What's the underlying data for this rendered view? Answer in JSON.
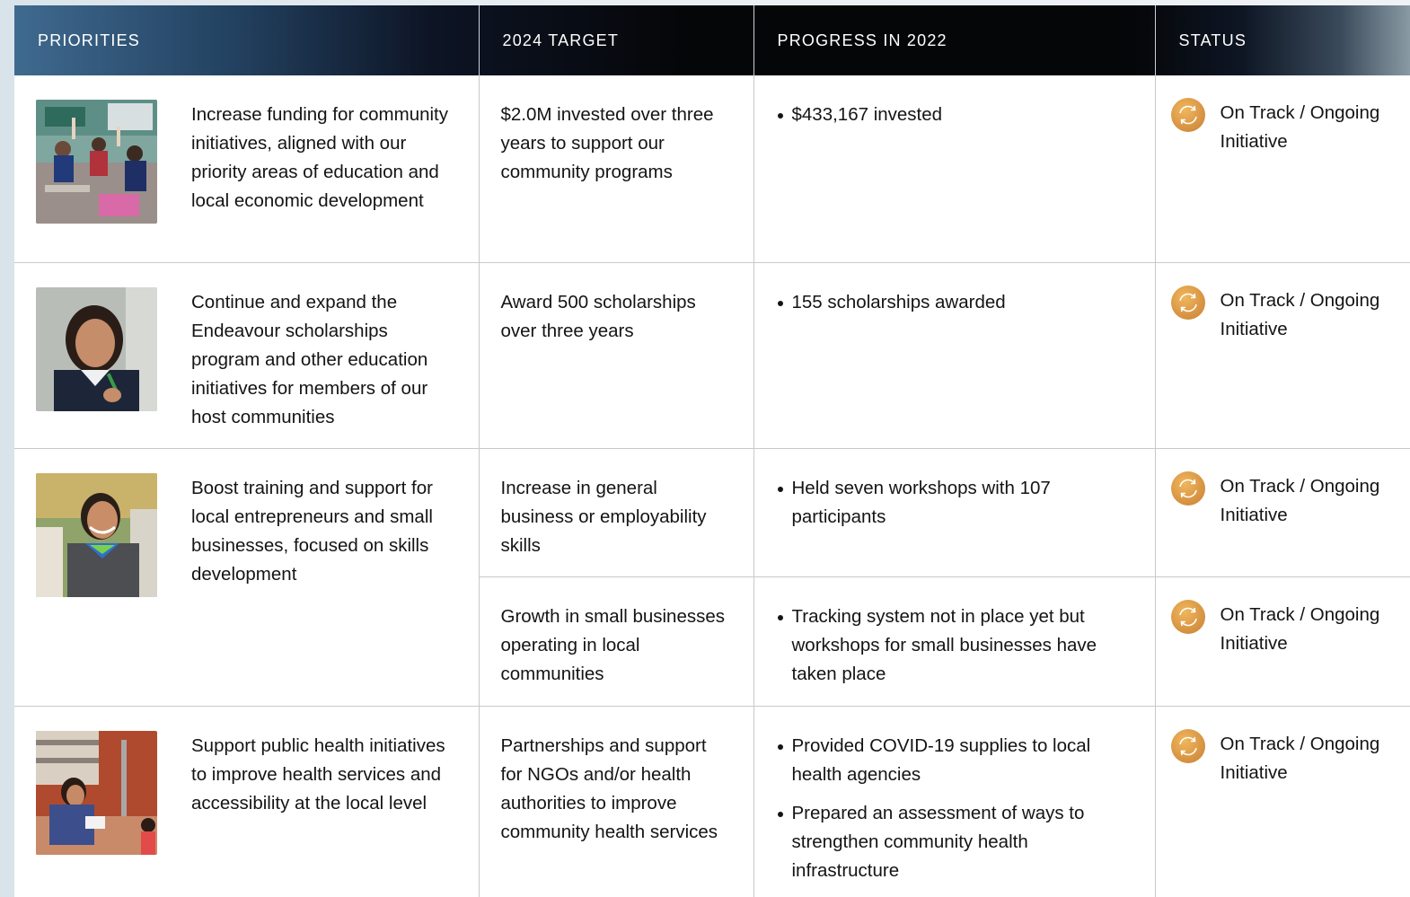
{
  "header": {
    "col_priorities": "PRIORITIES",
    "col_target": "2024 TARGET",
    "col_progress": "PROGRESS IN 2022",
    "col_status": "STATUS"
  },
  "colors": {
    "status_icon": "#dc9b45",
    "border": "#c9c9c9"
  },
  "rows": [
    {
      "priority": "Increase funding for community initiatives, aligned with our priority areas of education and local economic development",
      "target": "$2.0M invested over three years to support our community programs",
      "progress": [
        "$433,167 invested"
      ],
      "status": "On Track / Ongoing Initiative"
    },
    {
      "priority": "Continue and expand the Endeavour scholarships program and other education initiatives for members of our host communities",
      "target": "Award 500 scholarships over three years",
      "progress": [
        "155 scholarships awarded"
      ],
      "status": "On Track / Ongoing Initiative"
    },
    {
      "priority": "Boost training and support for local entrepreneurs and small businesses, focused on skills development",
      "target": "Increase in general business or employability skills",
      "progress": [
        "Held seven workshops with 107 participants"
      ],
      "status": "On Track / Ongoing Initiative"
    },
    {
      "target": "Growth in small businesses operating in local communities",
      "progress": [
        "Tracking system not in place yet but workshops for small businesses have taken place"
      ],
      "status": "On Track / Ongoing Initiative"
    },
    {
      "priority": "Support public health initiatives to improve health services and accessibility at the local level",
      "target": "Partnerships and support for NGOs and/or health authorities to improve community health services",
      "progress": [
        "Provided COVID-19 supplies to local health agencies",
        "Prepared an assessment of ways to strengthen community health infrastructure"
      ],
      "status": "On Track / Ongoing Initiative"
    }
  ]
}
